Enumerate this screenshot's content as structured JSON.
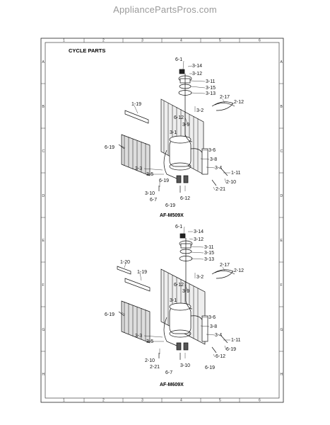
{
  "watermark": "AppliancePartsPros.com",
  "sheet": {
    "title": "CYCLE PARTS",
    "col_numbers_top": [
      "1",
      "2",
      "3",
      "4",
      "5",
      "6"
    ],
    "col_numbers_bottom": [
      "1",
      "2",
      "3",
      "4",
      "5",
      "6"
    ],
    "row_letters_left": [
      "A",
      "B",
      "C",
      "D",
      "E",
      "F",
      "G",
      "H"
    ],
    "row_letters_right": [
      "A",
      "B",
      "C",
      "D",
      "E",
      "F",
      "G",
      "H"
    ]
  },
  "diagrams": [
    {
      "model": "AF-M509X",
      "labels": [
        "6-1",
        "3-14",
        "3-12",
        "3-11",
        "3-15",
        "3-13",
        "2-17",
        "2-12",
        "1-19",
        "6-12",
        "3-2",
        "3-9",
        "3-1",
        "6-19",
        "3-6",
        "3-8",
        "3-3",
        "3-4",
        "1-11",
        "3-5",
        "6-19",
        "2-10",
        "3-10",
        "6-12",
        "2-21",
        "6-7",
        "6-19"
      ]
    },
    {
      "model": "AF-M609X",
      "labels": [
        "6-1",
        "3-14",
        "3-12",
        "3-11",
        "3-15",
        "3-13",
        "1-20",
        "2-17",
        "2-12",
        "1-19",
        "3-2",
        "6-12",
        "3-9",
        "3-1",
        "6-19",
        "3-6",
        "3-8",
        "3-3",
        "3-4",
        "1-11",
        "3-5",
        "6-19",
        "2-10",
        "3-10",
        "6-12",
        "2-21",
        "6-7",
        "6-19"
      ]
    }
  ]
}
